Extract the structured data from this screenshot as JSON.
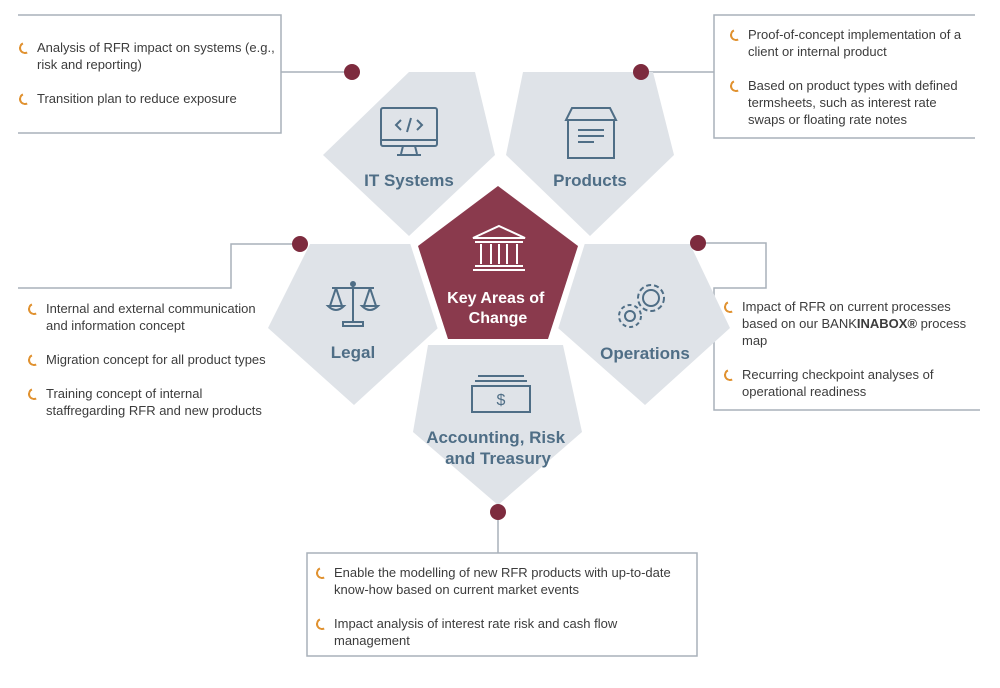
{
  "center": {
    "title_lines": [
      "Key Areas of",
      "Change"
    ]
  },
  "areas": {
    "it_systems": {
      "label_lines": [
        "IT Systems"
      ],
      "items": [
        "Analysis of RFR impact on systems (e.g., risk and reporting)",
        "Transition plan to reduce exposure"
      ]
    },
    "products": {
      "label_lines": [
        "Products"
      ],
      "items": [
        "Proof-of-concept implementation of a client or internal product",
        "Based on product types with defined termsheets, such as interest rate swaps or floating rate notes"
      ]
    },
    "legal": {
      "label_lines": [
        "Legal"
      ],
      "items": [
        "Internal and external communication and information concept",
        "Migration concept for all product types",
        "Training concept of internal staffregarding RFR and new products"
      ]
    },
    "operations": {
      "label_lines": [
        "Operations"
      ],
      "item1_prefix": "Impact of RFR on current processes based on our BANK",
      "item1_brand": "INABOX®",
      "item1_suffix": " process map",
      "items": [
        "Recurring checkpoint analyses of operational readiness"
      ]
    },
    "accounting": {
      "label_lines": [
        "Accounting, Risk",
        "and Treasury"
      ],
      "items": [
        "Enable the modelling of new RFR products with up-to-date know-how based on current market events",
        "Impact analysis of interest rate risk and cash flow management"
      ]
    }
  },
  "colors": {
    "pentagon_fill": "#dfe3e8",
    "center_fill": "#8a3a4d",
    "connector_dot": "#7d2b3e",
    "line": "#a9b1ba",
    "label": "#4f6e86",
    "bullet": "#e0912f"
  },
  "icons": {
    "it_systems": "monitor-code-icon",
    "products": "box-icon",
    "legal": "scales-icon",
    "operations": "gears-icon",
    "accounting": "cash-icon",
    "center": "bank-building-icon"
  }
}
